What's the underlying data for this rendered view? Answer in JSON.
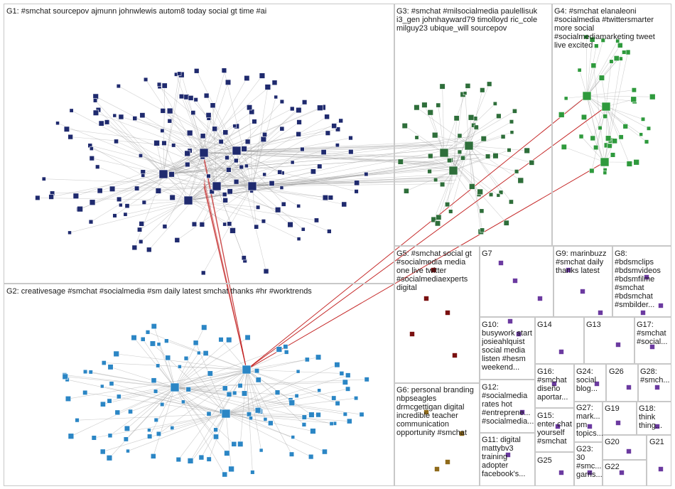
{
  "groups": [
    {
      "id": "G1",
      "label": "G1: #smchat sourcepov ajmunn johnwlewis autom8 today social gt time #ai"
    },
    {
      "id": "G2",
      "label": "G2: creativesage #smchat #socialmedia #sm daily latest smchat thanks #hr #worktrends"
    },
    {
      "id": "G3",
      "label": "G3: #smchat #milsocialmedia paulellisuk\ni3_gen johnhayward79 timolloyd ric_cole\nmilguy23 ubique_will sourcepov"
    },
    {
      "id": "G4",
      "label": "G4: #smchat elanaleoni\n#socialmedia #twittersmarter\nmore social\n#socialmediamarketing tweet\nlive excited"
    },
    {
      "id": "G5",
      "label": "G5: #smchat social gt\n#socialmedia media\none live twitter\n#socialmediaexperts\ndigital"
    },
    {
      "id": "G6",
      "label": "G6: personal branding\nnbpseagles\ndrmcgettigan digital\nincredible teacher\ncommunication\nopportunity #smchat"
    },
    {
      "id": "G7",
      "label": "G7"
    },
    {
      "id": "G8",
      "label": "G8:\n#bdsmclips\n#bdsmvideos\n#bdsmfilme\n#smchat\n#bdsmchat\n#smbilder..."
    },
    {
      "id": "G9",
      "label": "G9: marinbuzz\n#smchat daily\nthanks latest"
    },
    {
      "id": "G10",
      "label": "G10:\nbusywork start\njosieahlquist\nsocial media\nlisten #hesm\nweekend..."
    },
    {
      "id": "G11",
      "label": "G11: digital\nmattybv3\ntraining\nadopter\nfacebook's..."
    },
    {
      "id": "G12",
      "label": "G12:\n#socialmedia\nrates hot\n#entreprene...\n#socialmedia..."
    },
    {
      "id": "G13",
      "label": "G13"
    },
    {
      "id": "G14",
      "label": "G14"
    },
    {
      "id": "G15",
      "label": "G15:\nenter chat\nyourself\n#smchat"
    },
    {
      "id": "G16",
      "label": "G16:\n#smchat\ndiseño\naportar..."
    },
    {
      "id": "G17",
      "label": "G17:\n#smchat\n#social..."
    },
    {
      "id": "G19",
      "label": "G19"
    },
    {
      "id": "G20",
      "label": "G20"
    },
    {
      "id": "G21",
      "label": "G21"
    },
    {
      "id": "G22",
      "label": "G22"
    },
    {
      "id": "G23",
      "label": "G23:\n30\n#smc...\ngarris..."
    },
    {
      "id": "G24",
      "label": "G24:\nsocial\nblog..."
    },
    {
      "id": "G25",
      "label": "G25"
    },
    {
      "id": "G26",
      "label": "G26"
    },
    {
      "id": "G27",
      "label": "G27:\nmark...\npm\ntopics..."
    },
    {
      "id": "G28",
      "label": "G28:\n#smch..."
    },
    {
      "id": "G18",
      "label": "G18:\nthink\nthing..."
    }
  ],
  "colors": {
    "background": "#ffffff",
    "panel_border": "#c8c8c8",
    "edge": "#9a9a9a",
    "edge_highlight": "#c21f1f",
    "g1_node": "#1f2a6e",
    "g2_node": "#2b86c5",
    "g3_node": "#2e6e3a",
    "g4_node": "#2f9a3d",
    "g5_node": "#7a1010",
    "g6_node": "#8f6a1a",
    "small_node": "#6b3aa0"
  }
}
